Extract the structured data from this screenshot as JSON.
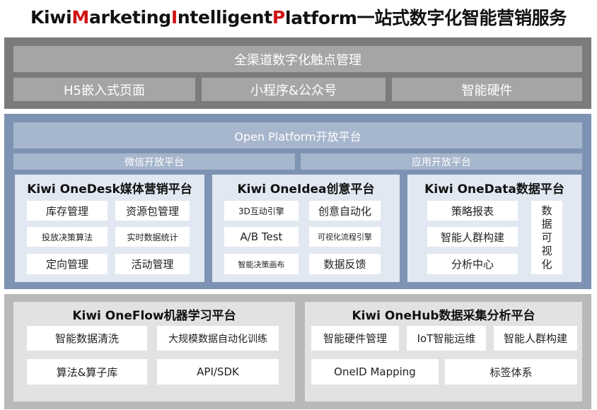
{
  "title": {
    "parts": [
      {
        "text": "Kiwi ",
        "hl": false
      },
      {
        "text": "M",
        "hl": true
      },
      {
        "text": "arketing ",
        "hl": false
      },
      {
        "text": "I",
        "hl": true
      },
      {
        "text": "ntelligent ",
        "hl": false
      },
      {
        "text": "P",
        "hl": true
      },
      {
        "text": "latform一站式数字化智能营销服务",
        "hl": false
      }
    ],
    "highlight_color": "#d01414"
  },
  "touchpoints": {
    "header": "全渠道数字化触点管理",
    "items": [
      "H5嵌入式页面",
      "小程序&公众号",
      "智能硬件"
    ]
  },
  "open_platform": {
    "header": "Open Platform开放平台",
    "left": "微信开放平台",
    "right": "应用开放平台"
  },
  "onedesk": {
    "title": "Kiwi OneDesk媒体营销平台",
    "items": [
      "库存管理",
      "资源包管理",
      "投放决策算法",
      "实时数据统计",
      "定向管理",
      "活动管理"
    ]
  },
  "oneidea": {
    "title": "Kiwi OneIdea创意平台",
    "items": [
      "3D互动引擎",
      "创意自动化",
      "A/B Test",
      "可视化流程引擎",
      "智能决策画布",
      "数据反馈"
    ]
  },
  "onedata": {
    "title": "Kiwi OneData数据平台",
    "items": [
      "策略报表",
      "智能人群构建",
      "分析中心"
    ],
    "side": [
      "数",
      "据",
      "可",
      "视",
      "化"
    ]
  },
  "oneflow": {
    "title": "Kiwi OneFlow机器学习平台",
    "items": [
      "智能数据清洗",
      "大规模数据自动化训练",
      "算法&算子库",
      "API/SDK"
    ]
  },
  "onehub": {
    "title": "Kiwi OneHub数据采集分析平台",
    "items": [
      "智能硬件管理",
      "IoT智能运维",
      "智能人群构建",
      "OneID Mapping",
      "标签体系"
    ]
  },
  "colors": {
    "top_section": "#7b7b7b",
    "top_bar": "#a5a5a5",
    "mid_section": "#7e93b3",
    "mid_bar": "#a6b6cc",
    "mid_card": "#e1e8f2",
    "bottom_section": "#b9b9b9",
    "bottom_card": "#e2e2e2"
  }
}
